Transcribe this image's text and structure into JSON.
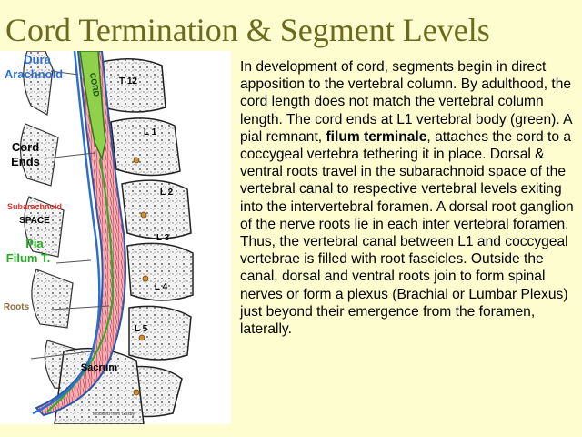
{
  "title": "Cord Termination & Segment Levels",
  "figure": {
    "labels": {
      "dura": "Dura",
      "arachnoid": "Arachnoid",
      "cord_on_figure": "CORD",
      "cord_ends_1": "Cord",
      "cord_ends_2": "Ends",
      "subarachnoid": "Subarachnoid",
      "space": "SPACE",
      "pia": "Pia",
      "filum": "Filum T.",
      "roots": "Roots",
      "sacrum": "Sacrum",
      "credit": "Modified from Gosby"
    },
    "vertebrae": [
      "T 12",
      "L 1",
      "L 2",
      "L 3",
      "L 4",
      "L 5"
    ],
    "colors": {
      "dura_label": "#2c6fd0",
      "subarachnoid_label": "#e03030",
      "pia_label": "#22b022",
      "roots_label": "#8a6a3a",
      "cord_green": "#8fd14a",
      "canal_pink": "#e8707f"
    }
  },
  "body": {
    "part1": "In development of cord, segments begin in direct apposition to the vertebral column. By adulthood,  the cord length does not match the vertebral column length.  The cord ends at L1 vertebral body (green).  A pial remnant, ",
    "bold1": "filum terminale",
    "part2": ", attaches the cord to a coccygeal vertebra tethering it in place. Dorsal & ventral roots travel in the subarachnoid space of the vertebral canal to respective vertebral levels exiting into the   intervertebral foramen. A dorsal root ganglion  of the nerve roots lie in each inter vertebral foramen.  Thus, the vertebral canal between L1 and coccygeal vertebrae is filled with root fascicles.  Outside the canal, dorsal and ventral roots join to form spinal  nerves or form a plexus (Brachial or Lumbar Plexus) just beyond their emergence from the foramen, laterally."
  }
}
